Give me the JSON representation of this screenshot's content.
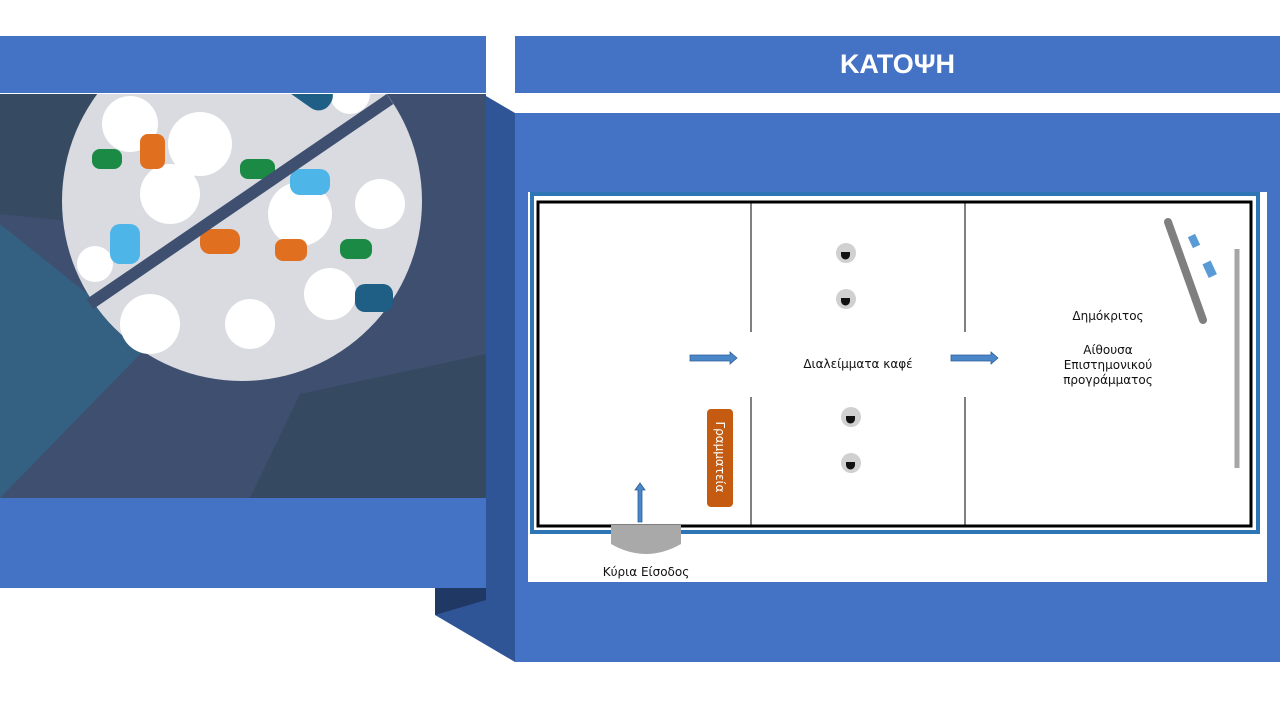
{
  "slide": {
    "title": "ΚΑΤΟΨΗ",
    "accent_color": "#4472C4",
    "floorplan": {
      "coffee_break_label": "Διαλείμματα καφέ",
      "hall_name": "Δημόκριτος",
      "hall_description": [
        "Αίθουσα",
        "Επιστημονικού",
        "προγράμματος"
      ],
      "secretariat_label": "Γραμματεία",
      "entrance_label": "Κύρια Είσοδος",
      "coffee_icon": "coffee-cup-icon"
    }
  }
}
